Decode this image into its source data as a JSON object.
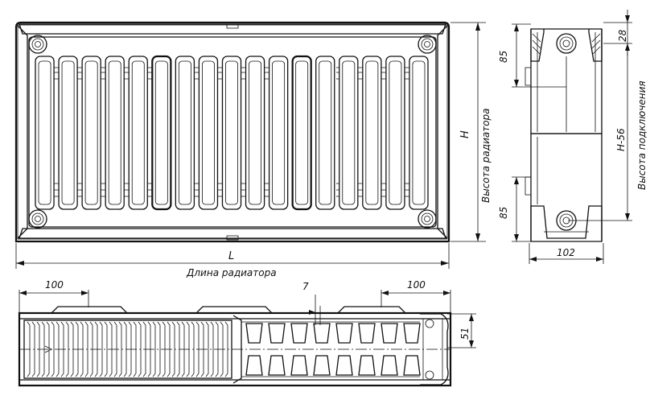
{
  "labels": {
    "L": "L",
    "length_caption": "Длина радиатора",
    "H": "H",
    "height_caption": "Высота радиатора",
    "dim_85_top": "85",
    "dim_85_bottom": "85",
    "dim_28": "28",
    "H56": "H-56",
    "connection_caption": "Высота подключения",
    "dim_102": "102",
    "dim_100_left": "100",
    "dim_100_right": "100",
    "dim_7": "7",
    "dim_51": "51"
  }
}
